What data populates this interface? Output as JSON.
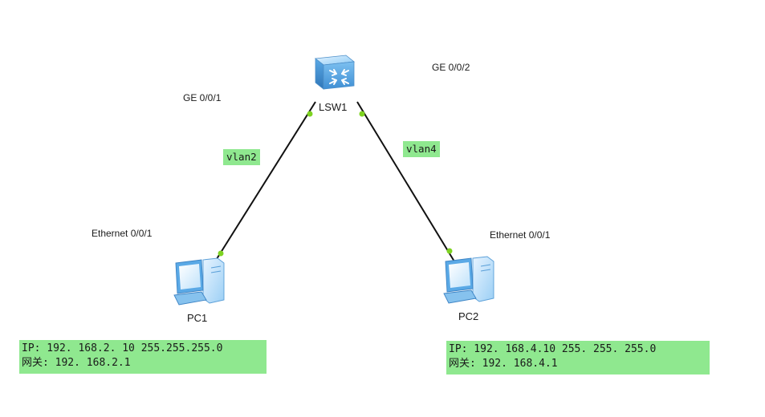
{
  "topology": {
    "switch": {
      "name": "LSW1",
      "icon": "switch-icon",
      "port_left": "GE 0/0/1",
      "port_right": "GE 0/0/2"
    },
    "pcs": [
      {
        "name": "PC1",
        "icon": "pc-icon",
        "port": "Ethernet 0/0/1",
        "vlan": "vlan2",
        "ip_line": "IP: 192. 168.2. 10 255.255.255.0",
        "gateway_line": "网关: 192. 168.2.1"
      },
      {
        "name": "PC2",
        "icon": "pc-icon",
        "port": "Ethernet 0/0/1",
        "vlan": "vlan4",
        "ip_line": "IP: 192. 168.4.10 255. 255. 255.0",
        "gateway_line": "网关: 192. 168.4.1"
      }
    ]
  },
  "colors": {
    "label_background": "#8fe88f",
    "port_status": "#7ed321",
    "link": "#111111",
    "device_blue": "#5aa9e6"
  }
}
